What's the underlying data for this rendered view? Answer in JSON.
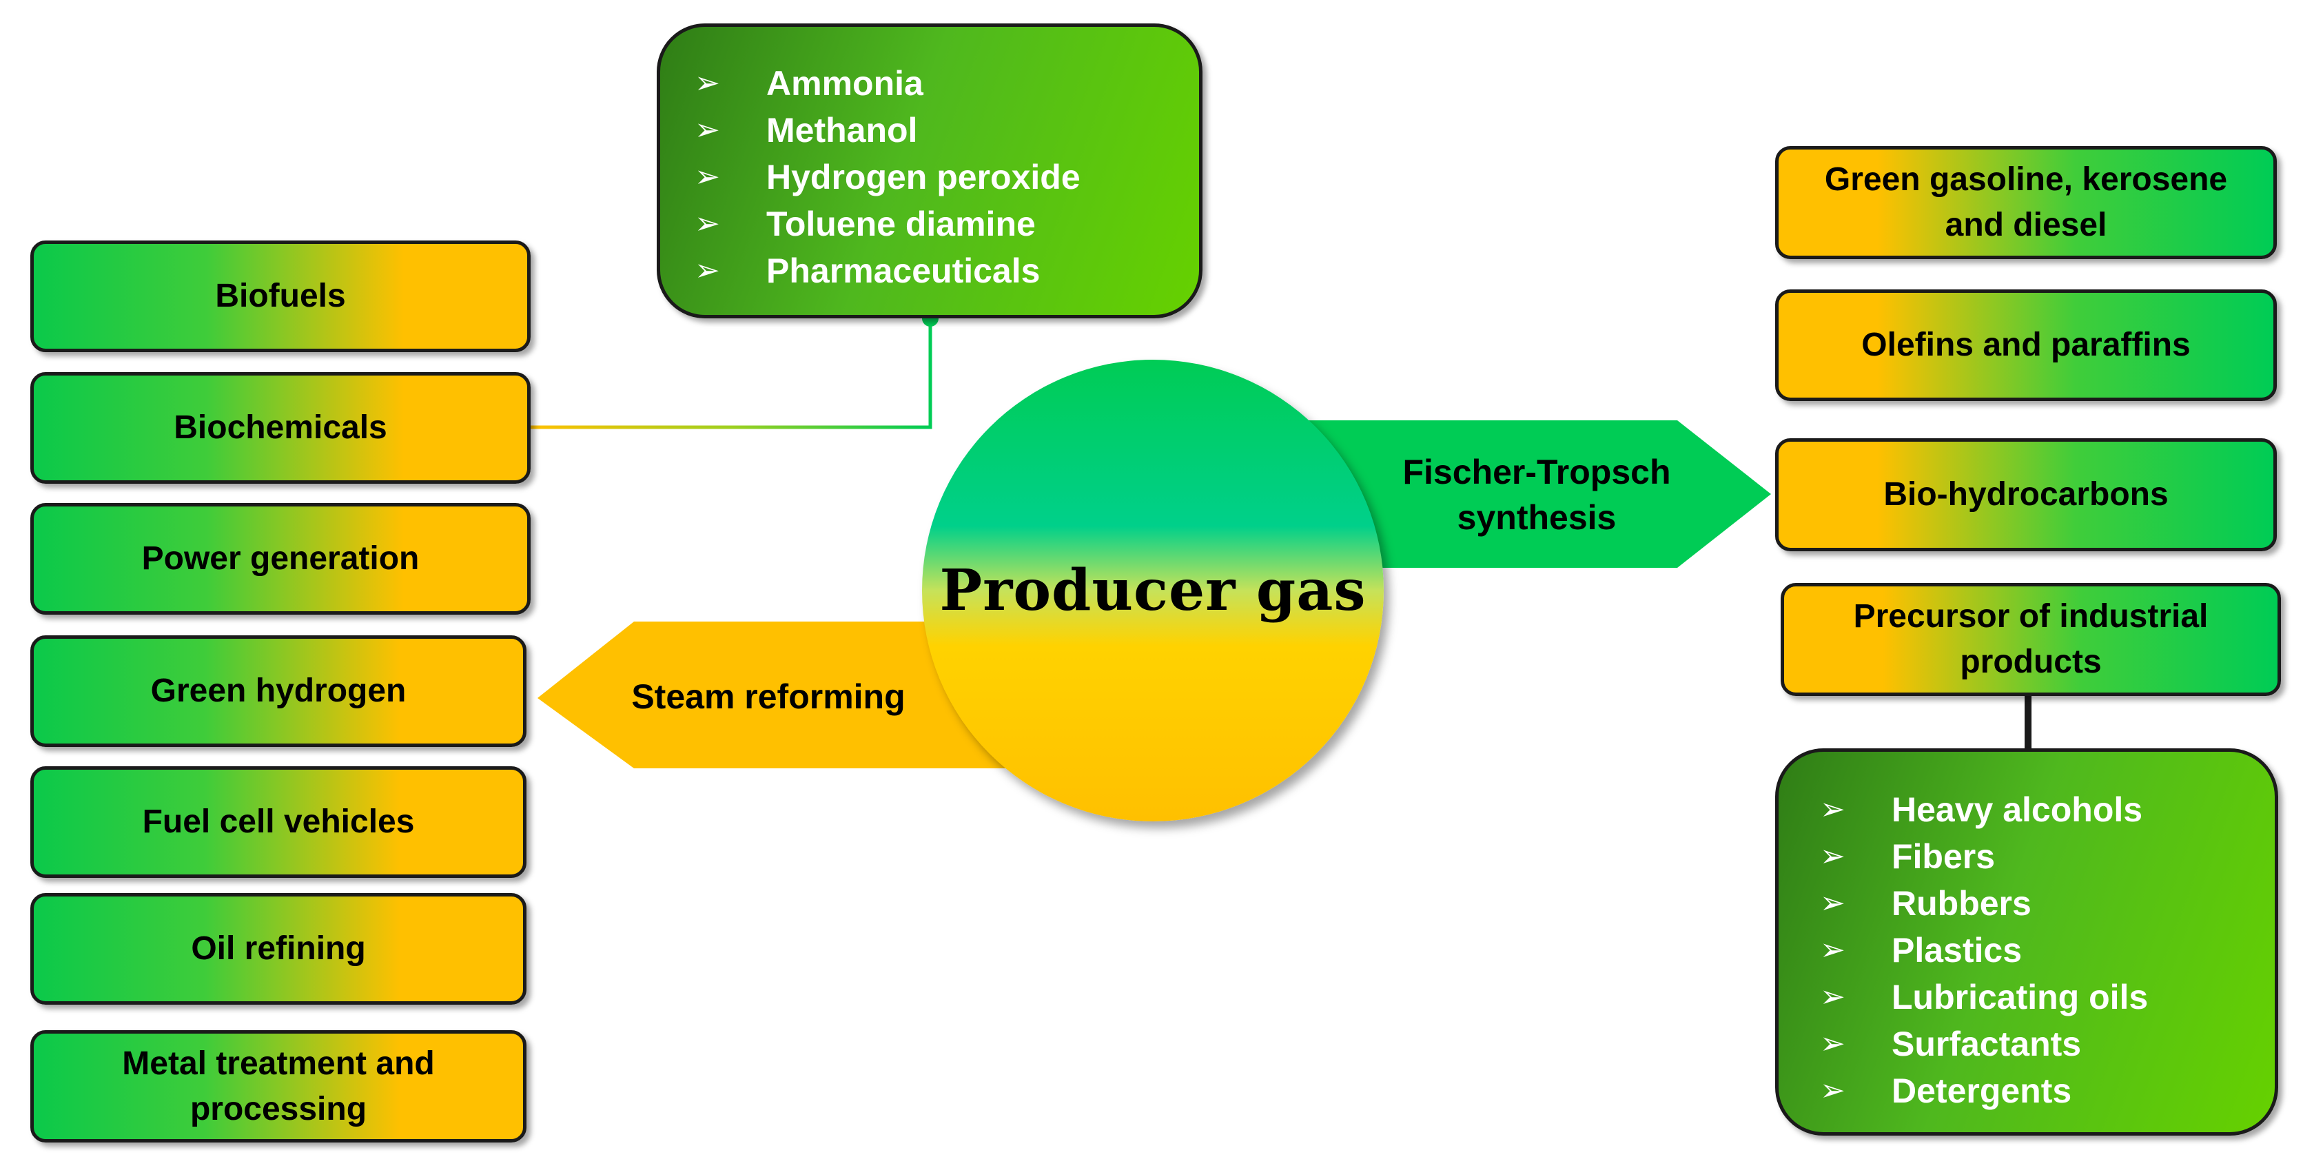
{
  "center": {
    "label": "Producer gas"
  },
  "top_list": {
    "items": [
      "Ammonia",
      "Methanol",
      "Hydrogen peroxide",
      "Toluene diamine",
      "Pharmaceuticals"
    ]
  },
  "left_boxes": [
    "Biofuels",
    "Biochemicals",
    "Power generation",
    "Green hydrogen",
    "Fuel cell vehicles",
    "Oil refining",
    "Metal treatment and processing"
  ],
  "arrows": {
    "steam_reforming": "Steam reforming",
    "fischer_tropsch": "Fischer-Tropsch synthesis"
  },
  "right_boxes": [
    "Green gasoline, kerosene and diesel",
    "Olefins and paraffins",
    "Bio-hydrocarbons",
    "Precursor of industrial products"
  ],
  "bottom_list": {
    "items": [
      "Heavy alcohols",
      "Fibers",
      "Rubbers",
      "Plastics",
      "Lubricating oils",
      "Surfactants",
      "Detergents"
    ]
  },
  "bullet_glyph": "➢",
  "colors": {
    "green": "#00cc55",
    "gold": "#ffc000",
    "dark_green": "#2f7d16"
  }
}
